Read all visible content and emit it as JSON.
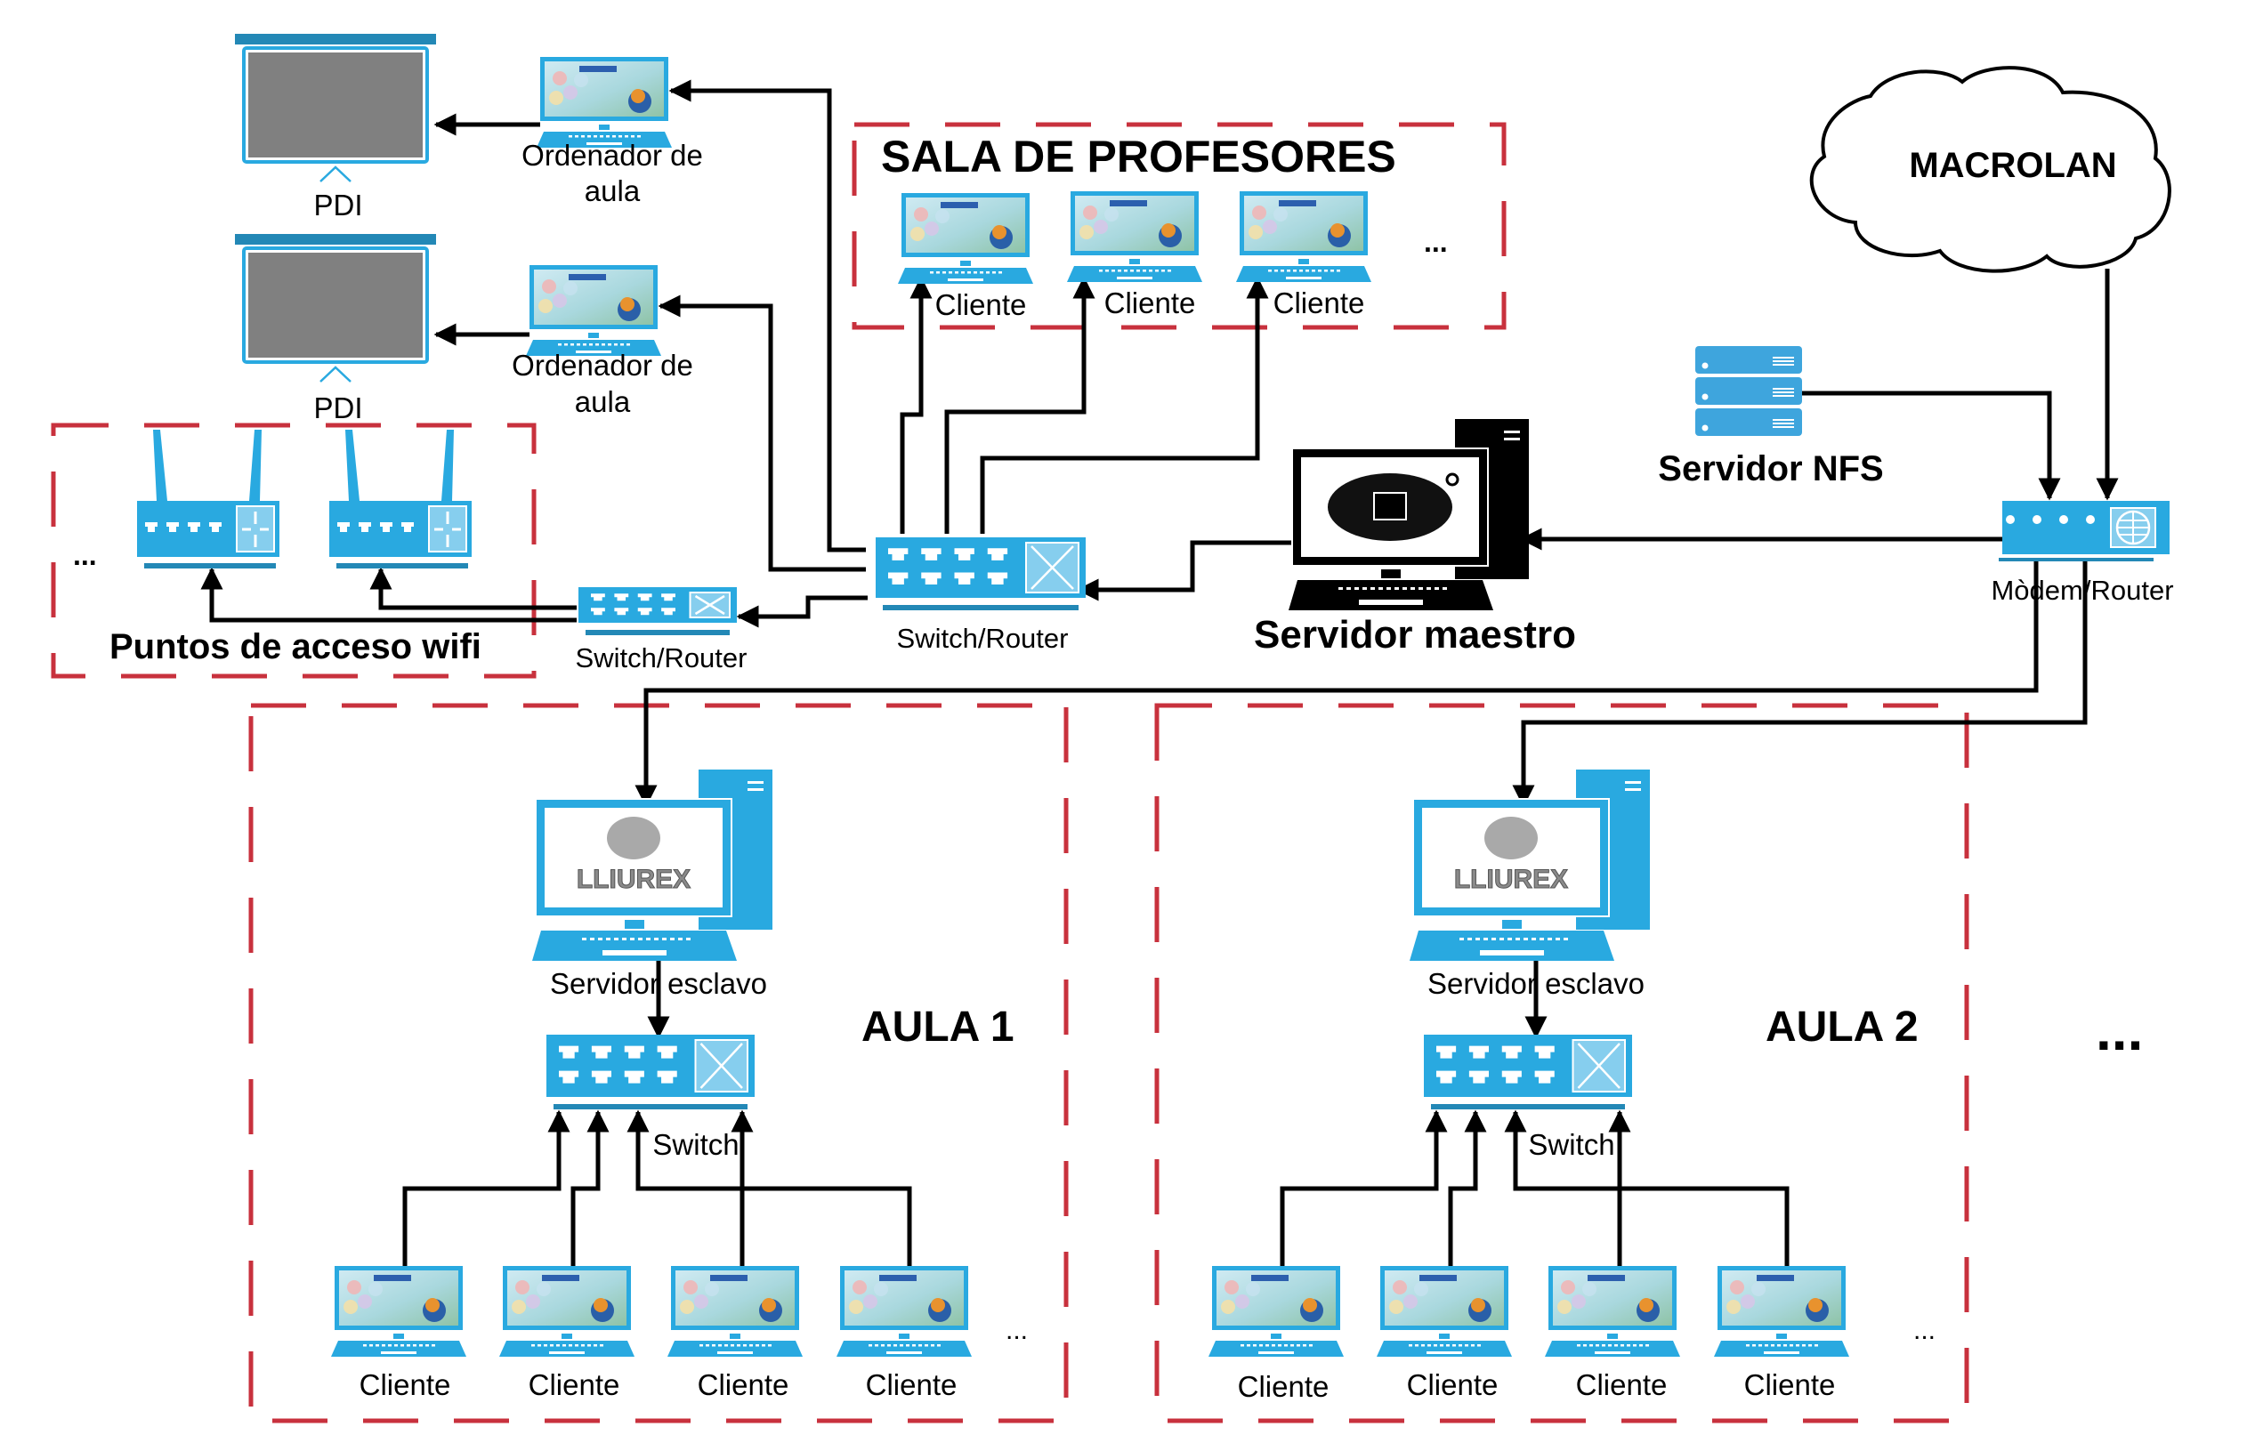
{
  "diagram": {
    "title": "Red de centro educativo LliureX",
    "colors": {
      "device_blue": "#29a9e0",
      "device_light": "#86ceee",
      "device_dark": "#2388b6",
      "group_border": "#c8313d",
      "line": "#000000",
      "pdi_screen": "#808080",
      "master": "#000000"
    },
    "groups": {
      "sala": {
        "label": "SALA DE PROFESORES",
        "ellipsis": "..."
      },
      "wifi": {
        "label": "Puntos de acceso wifi",
        "ellipsis": "..."
      },
      "aula1": {
        "label": "AULA 1",
        "ellipsis": "..."
      },
      "aula2": {
        "label": "AULA 2",
        "ellipsis": "..."
      }
    },
    "nodes": {
      "pdi1": {
        "label": "PDI",
        "icon": "projector-screen-icon"
      },
      "pdi2": {
        "label": "PDI",
        "icon": "projector-screen-icon"
      },
      "ordenador1": {
        "label_line1": "Ordenador de",
        "label_line2": "aula",
        "icon": "laptop-icon"
      },
      "ordenador2": {
        "label_line1": "Ordenador de",
        "label_line2": "aula",
        "icon": "laptop-icon"
      },
      "sala_clients": [
        {
          "label": "Cliente"
        },
        {
          "label": "Cliente"
        },
        {
          "label": "Cliente"
        }
      ],
      "wifi_switch": {
        "label": "Switch/Router",
        "icon": "switch-icon"
      },
      "main_switch": {
        "label": "Switch/Router",
        "icon": "switch-icon"
      },
      "master": {
        "label": "Servidor maestro",
        "icon": "desktop-server-icon"
      },
      "nfs": {
        "label": "Servidor NFS",
        "icon": "server-rack-icon"
      },
      "macrolan": {
        "label": "MACROLAN",
        "icon": "cloud-icon"
      },
      "modem": {
        "label": "Mòdem/Router",
        "icon": "modem-icon"
      },
      "aula1_slave": {
        "label": "Servidor esclavo",
        "screen_logo": "LLIUREX"
      },
      "aula1_switch": {
        "label": "Switch"
      },
      "aula1_clients": [
        {
          "label": "Cliente"
        },
        {
          "label": "Cliente"
        },
        {
          "label": "Cliente"
        },
        {
          "label": "Cliente"
        }
      ],
      "aula2_slave": {
        "label": "Servidor esclavo",
        "screen_logo": "LLIUREX"
      },
      "aula2_switch": {
        "label": "Switch"
      },
      "aula2_clients": [
        {
          "label": "Cliente"
        },
        {
          "label": "Cliente"
        },
        {
          "label": "Cliente"
        },
        {
          "label": "Cliente"
        }
      ]
    },
    "more_rooms": "...",
    "connections": [
      {
        "from": "MACROLAN",
        "to": "Mòdem/Router"
      },
      {
        "from": "Servidor NFS",
        "to": "Mòdem/Router"
      },
      {
        "from": "Mòdem/Router",
        "to": "Servidor maestro"
      },
      {
        "from": "Mòdem/Router",
        "to": "Servidor esclavo (AULA 1)"
      },
      {
        "from": "Mòdem/Router",
        "to": "Servidor esclavo (AULA 2)"
      },
      {
        "from": "Servidor maestro",
        "to": "Switch/Router"
      },
      {
        "from": "Switch/Router",
        "to": "Ordenador de aula (1)"
      },
      {
        "from": "Switch/Router",
        "to": "Ordenador de aula (2)"
      },
      {
        "from": "Switch/Router",
        "to": "Cliente (Sala 1)"
      },
      {
        "from": "Switch/Router",
        "to": "Cliente (Sala 2)"
      },
      {
        "from": "Switch/Router",
        "to": "Cliente (Sala 3)"
      },
      {
        "from": "Switch/Router",
        "to": "Switch/Router (wifi)"
      },
      {
        "from": "Switch/Router (wifi)",
        "to": "Punto de acceso wifi 1"
      },
      {
        "from": "Switch/Router (wifi)",
        "to": "Punto de acceso wifi 2"
      },
      {
        "from": "Ordenador de aula (1)",
        "to": "PDI (1)"
      },
      {
        "from": "Ordenador de aula (2)",
        "to": "PDI (2)"
      },
      {
        "from": "Servidor esclavo (AULA 1)",
        "to": "Switch (AULA 1)"
      },
      {
        "from": "Servidor esclavo (AULA 2)",
        "to": "Switch (AULA 2)"
      },
      {
        "from": "Cliente (AULA 1) x4",
        "to": "Switch (AULA 1)"
      },
      {
        "from": "Cliente (AULA 2) x4",
        "to": "Switch (AULA 2)"
      }
    ]
  }
}
